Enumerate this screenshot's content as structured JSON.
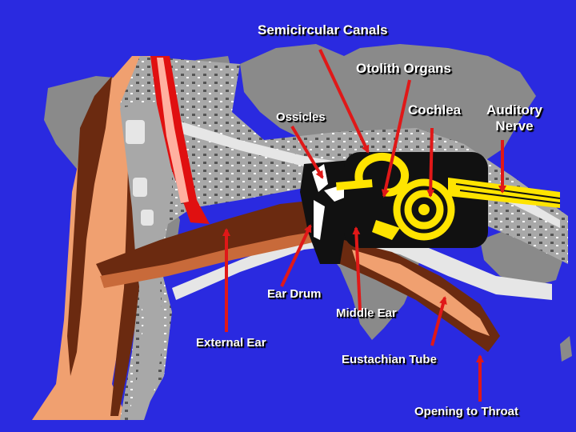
{
  "labels": {
    "semicircular_canals": "Semicircular Canals",
    "otolith_organs": "Otolith Organs",
    "ossicles": "Ossicles",
    "cochlea": "Cochlea",
    "auditory_nerve_line1": "Auditory",
    "auditory_nerve_line2": "Nerve",
    "ear_drum": "Ear Drum",
    "middle_ear": "Middle Ear",
    "external_ear": "External Ear",
    "eustachian_tube": "Eustachian Tube",
    "opening_to_throat": "Opening to Throat"
  },
  "colors": {
    "background": "#2a2ae0",
    "continents": "#8a8a8a",
    "skin": "#f0a070",
    "skin_dark": "#6b2a10",
    "bone": "#a8a8a8",
    "bone_light": "#e6e6e6",
    "cochlea": "#ffe400",
    "blood": "#e01010",
    "arrow": "#e01818"
  }
}
